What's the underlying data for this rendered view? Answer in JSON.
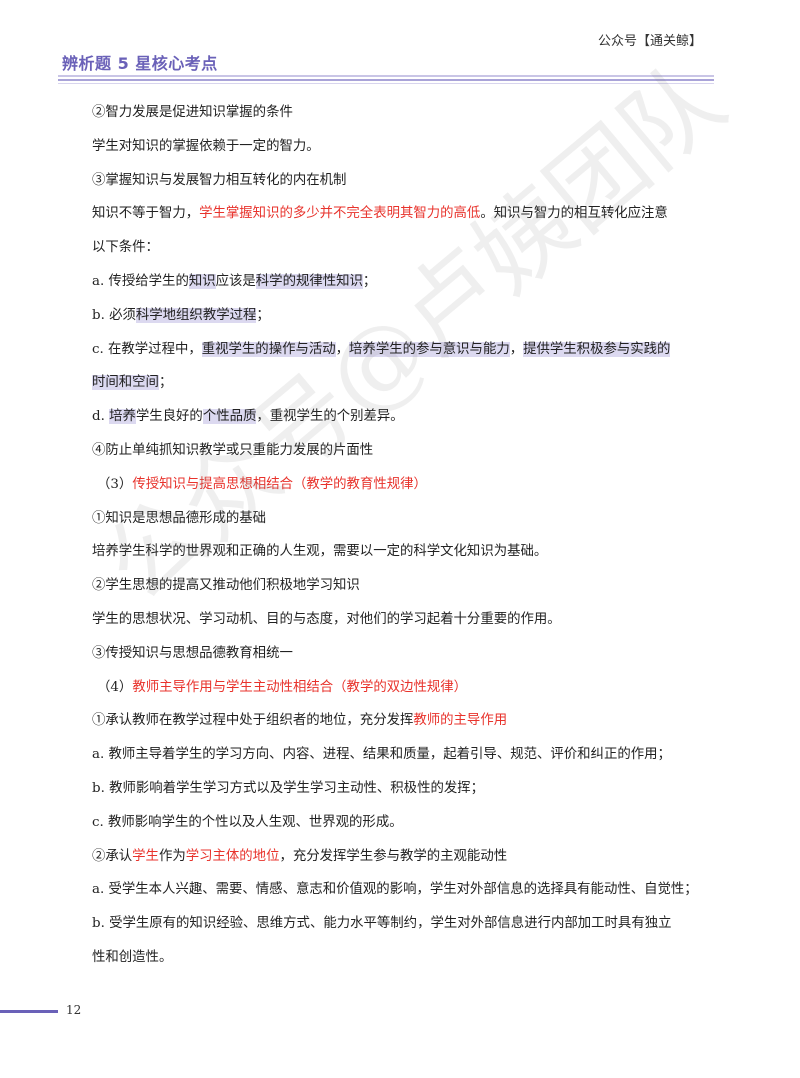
{
  "header": {
    "account": "公众号【通关鲸】",
    "title": "辨析题 5 星核心考点"
  },
  "watermark": "公众号@卢姨团队",
  "lines": [
    {
      "segments": [
        {
          "text": "②智力发展是促进知识掌握的条件"
        }
      ]
    },
    {
      "segments": [
        {
          "text": "学生对知识的掌握依赖于一定的智力。"
        }
      ]
    },
    {
      "segments": [
        {
          "text": "③掌握知识与发展智力相互转化的内在机制"
        }
      ]
    },
    {
      "segments": [
        {
          "text": "知识不等于智力，"
        },
        {
          "text": "学生掌握知识的多少并不完全表明其智力的高低",
          "style": "red"
        },
        {
          "text": "。知识与智力的相互转化应注意"
        }
      ]
    },
    {
      "segments": [
        {
          "text": "以下条件："
        }
      ]
    },
    {
      "segments": [
        {
          "text": "a. 传授给学生的"
        },
        {
          "text": "知识",
          "style": "hl"
        },
        {
          "text": "应该是"
        },
        {
          "text": "科学的规律性知识",
          "style": "hl"
        },
        {
          "text": "；"
        }
      ]
    },
    {
      "segments": [
        {
          "text": "b. 必须"
        },
        {
          "text": "科学地组织教学过程",
          "style": "hl"
        },
        {
          "text": "；"
        }
      ]
    },
    {
      "segments": [
        {
          "text": "c. 在教学过程中，"
        },
        {
          "text": "重视学生的操作与活动",
          "style": "hl"
        },
        {
          "text": "，"
        },
        {
          "text": "培养学生的参与意识与能力",
          "style": "hl"
        },
        {
          "text": "，"
        },
        {
          "text": "提供学生积极参与实践的",
          "style": "hl"
        }
      ]
    },
    {
      "segments": [
        {
          "text": "时间和空间",
          "style": "hl"
        },
        {
          "text": "；"
        }
      ]
    },
    {
      "segments": [
        {
          "text": "d. "
        },
        {
          "text": "培养",
          "style": "hl"
        },
        {
          "text": "学生良好的"
        },
        {
          "text": "个性品质",
          "style": "hl"
        },
        {
          "text": "，重视学生的个别差异。"
        }
      ]
    },
    {
      "segments": [
        {
          "text": "④防止单纯抓知识教学或只重能力发展的片面性"
        }
      ]
    },
    {
      "segments": [
        {
          "text": "（3）"
        },
        {
          "text": "传授知识与提高思想相结合（教学的教育性规律）",
          "style": "red"
        }
      ],
      "indent": true
    },
    {
      "segments": [
        {
          "text": "①知识是思想品德形成的基础"
        }
      ]
    },
    {
      "segments": [
        {
          "text": "培养学生科学的世界观和正确的人生观，需要以一定的科学文化知识为基础。"
        }
      ]
    },
    {
      "segments": [
        {
          "text": "②学生思想的提高又推动他们积极地学习知识"
        }
      ]
    },
    {
      "segments": [
        {
          "text": "学生的思想状况、学习动机、目的与态度，对他们的学习起着十分重要的作用。"
        }
      ]
    },
    {
      "segments": [
        {
          "text": "③传授知识与思想品德教育相统一"
        }
      ]
    },
    {
      "segments": [
        {
          "text": "（4）"
        },
        {
          "text": "教师主导作用与学生主动性相结合（教学的双边性规律）",
          "style": "red"
        }
      ],
      "indent": true
    },
    {
      "segments": [
        {
          "text": "①承认教师在教学过程中处于组织者的地位，充分发挥"
        },
        {
          "text": "教师的主导作用",
          "style": "red"
        }
      ]
    },
    {
      "segments": [
        {
          "text": "a. 教师主导着学生的学习方向、内容、进程、结果和质量，起着引导、规范、评价和纠正的作用；"
        }
      ]
    },
    {
      "segments": [
        {
          "text": "b. 教师影响着学生学习方式以及学生学习主动性、积极性的发挥；"
        }
      ]
    },
    {
      "segments": [
        {
          "text": "c. 教师影响学生的个性以及人生观、世界观的形成。"
        }
      ]
    },
    {
      "segments": [
        {
          "text": "②承认"
        },
        {
          "text": "学生",
          "style": "red"
        },
        {
          "text": "作为"
        },
        {
          "text": "学习主体的地位",
          "style": "red"
        },
        {
          "text": "，充分发挥学生参与教学的主观能动性"
        }
      ]
    },
    {
      "segments": [
        {
          "text": "a. 受学生本人兴趣、需要、情感、意志和价值观的影响，学生对外部信息的选择具有能动性、自觉性；"
        }
      ]
    },
    {
      "segments": [
        {
          "text": "b. 受学生原有的知识经验、思维方式、能力水平等制约，学生对外部信息进行内部加工时具有独立"
        }
      ]
    },
    {
      "segments": [
        {
          "text": "性和创造性。"
        }
      ]
    }
  ],
  "footer": {
    "page_number": "12"
  }
}
